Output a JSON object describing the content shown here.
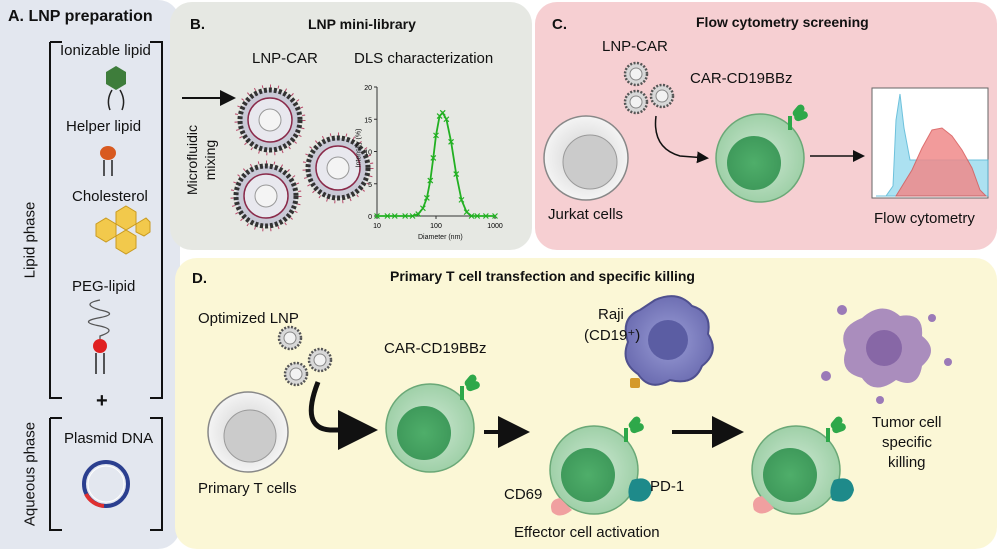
{
  "panel_a": {
    "title": "A.  LNP preparation",
    "lipid_phase": "Lipid phase",
    "aqueous_phase": "Aqueous phase",
    "ionizable": "Ionizable lipid",
    "helper": "Helper lipid",
    "cholesterol": "Cholesterol",
    "peg": "PEG-lipid",
    "plus": "+",
    "plasmid": "Plasmid DNA"
  },
  "panel_b": {
    "letter": "B.",
    "title": "LNP mini-library",
    "lnp_car": "LNP-CAR",
    "dls": "DLS characterization",
    "microfluidic": "Microfluidic",
    "mixing": "mixing",
    "chart_ylabel": "Intensity (%)",
    "chart_xlabel": "Diameter (nm)"
  },
  "panel_c": {
    "letter": "C.",
    "title": "Flow cytometry screening",
    "lnp_car": "LNP-CAR",
    "car": "CAR-CD19BBz",
    "jurkat": "Jurkat cells",
    "flow": "Flow cytometry"
  },
  "panel_d": {
    "letter": "D.",
    "title": "Primary T cell transfection and specific killing",
    "optimized": "Optimized LNP",
    "car": "CAR-CD19BBz",
    "raji": "Raji",
    "cd19": "(CD19⁺)",
    "primary": "Primary T cells",
    "cd69": "CD69",
    "pd1": "PD-1",
    "effector": "Effector cell activation",
    "tumor1": "Tumor cell",
    "tumor2": "specific",
    "tumor3": "killing"
  },
  "colors": {
    "panel_a_bg": "#e3e7ef",
    "panel_b_bg": "#e6e8e3",
    "panel_c_bg": "#f6cfd2",
    "panel_d_bg": "#fbf7d6",
    "cell_green": "#a8d5b0",
    "car_green": "#2ea84a",
    "raji_purple": "#6e6fb3",
    "dls_line": "#22b022"
  },
  "chart_data": {
    "type": "line",
    "title": "",
    "xlabel": "Diameter (nm)",
    "ylabel": "Intensity (%)",
    "x_scale": "log",
    "xlim": [
      10,
      1000
    ],
    "ylim": [
      0,
      20
    ],
    "xticks": [
      10,
      100,
      1000
    ],
    "yticks": [
      0,
      5,
      10,
      15,
      20
    ],
    "grid": false,
    "series": [
      {
        "x": [
          10,
          15,
          20,
          30,
          40,
          50,
          60,
          70,
          80,
          90,
          100,
          115,
          130,
          150,
          180,
          220,
          270,
          330,
          400,
          500,
          700,
          1000
        ],
        "values": [
          0,
          0,
          0,
          0,
          0,
          0.3,
          1.2,
          2.8,
          5.5,
          9.0,
          12.5,
          15.5,
          16.0,
          15.0,
          11.5,
          6.5,
          2.5,
          0.6,
          0,
          0,
          0,
          0
        ]
      }
    ]
  }
}
